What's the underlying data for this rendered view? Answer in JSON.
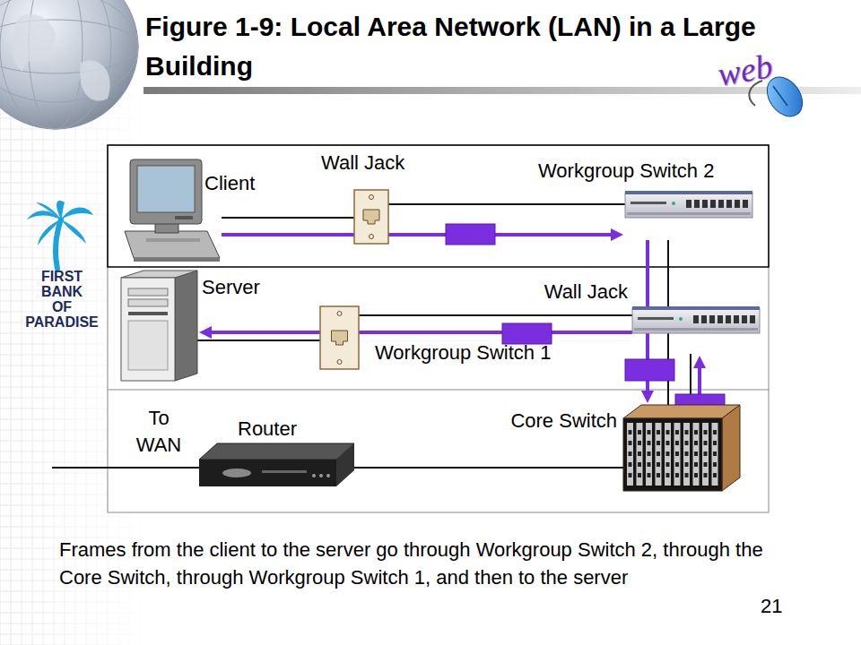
{
  "diagram": {
    "title": "Figure 1-9: Local Area Network (LAN) in a Large Building",
    "caption": "Frames from the client to the server go through Workgroup Switch 2, through the Core Switch, through Workgroup Switch 1, and then to the server",
    "nodes": [
      {
        "text": [
          "Client"
        ]
      },
      {
        "text": [
          "Wall Jack"
        ]
      },
      {
        "text": [
          "Workgroup Switch 2"
        ]
      },
      {
        "text": [
          "Server"
        ]
      },
      {
        "text": [
          "Workgroup Switch 1"
        ]
      },
      {
        "text": [
          "Wall Jack"
        ]
      },
      {
        "text": [
          "Router"
        ]
      },
      {
        "text": [
          "Core Switch"
        ]
      }
    ],
    "edges": [
      {
        "from": 0,
        "to": 1,
        "arrow": "none"
      },
      {
        "from": 1,
        "to": 2,
        "arrow": "none"
      },
      {
        "from": 2,
        "to": 7,
        "arrow": "none"
      },
      {
        "from": 3,
        "to": 4,
        "arrow": "none"
      },
      {
        "from": 4,
        "to": 5,
        "arrow": "none"
      },
      {
        "from": 5,
        "to": 7,
        "arrow": "none"
      },
      {
        "from": 6,
        "to": 7,
        "arrow": "none"
      },
      {
        "from": 0,
        "to": 2,
        "arrow": "to"
      },
      {
        "from": 2,
        "to": 7,
        "arrow": "to"
      },
      {
        "from": 7,
        "to": 5,
        "arrow": "to"
      },
      {
        "from": 5,
        "to": 3,
        "arrow": "to"
      }
    ],
    "labels": [
      "To WAN",
      "FIRST BANK OF PARADISE",
      "web",
      "21"
    ]
  }
}
